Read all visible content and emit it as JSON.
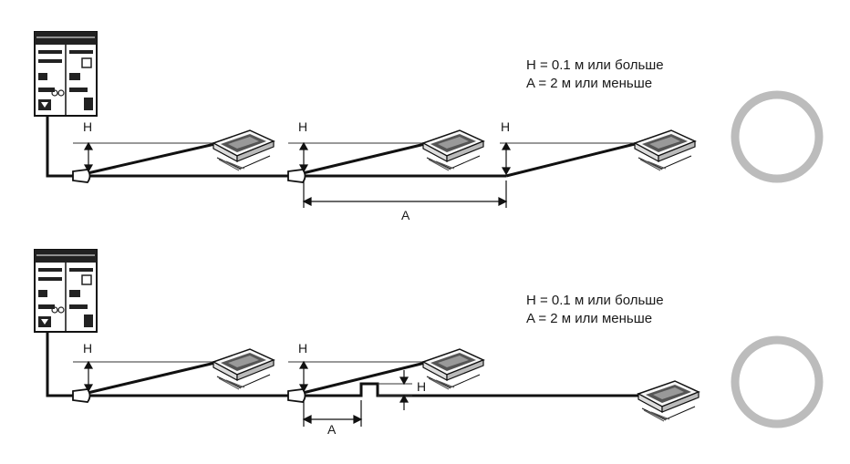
{
  "diagrams": [
    {
      "note_h": "H = 0.1 м или больше",
      "note_a": "A = 2 м или меньше",
      "label_h": "H",
      "label_a": "A",
      "result": "ok"
    },
    {
      "note_h": "H = 0.1 м или больше",
      "note_a": "A = 2 м или меньше",
      "label_h": "H",
      "label_a": "A",
      "result": "ok"
    }
  ],
  "result_mark_color": "#bcbcbc"
}
